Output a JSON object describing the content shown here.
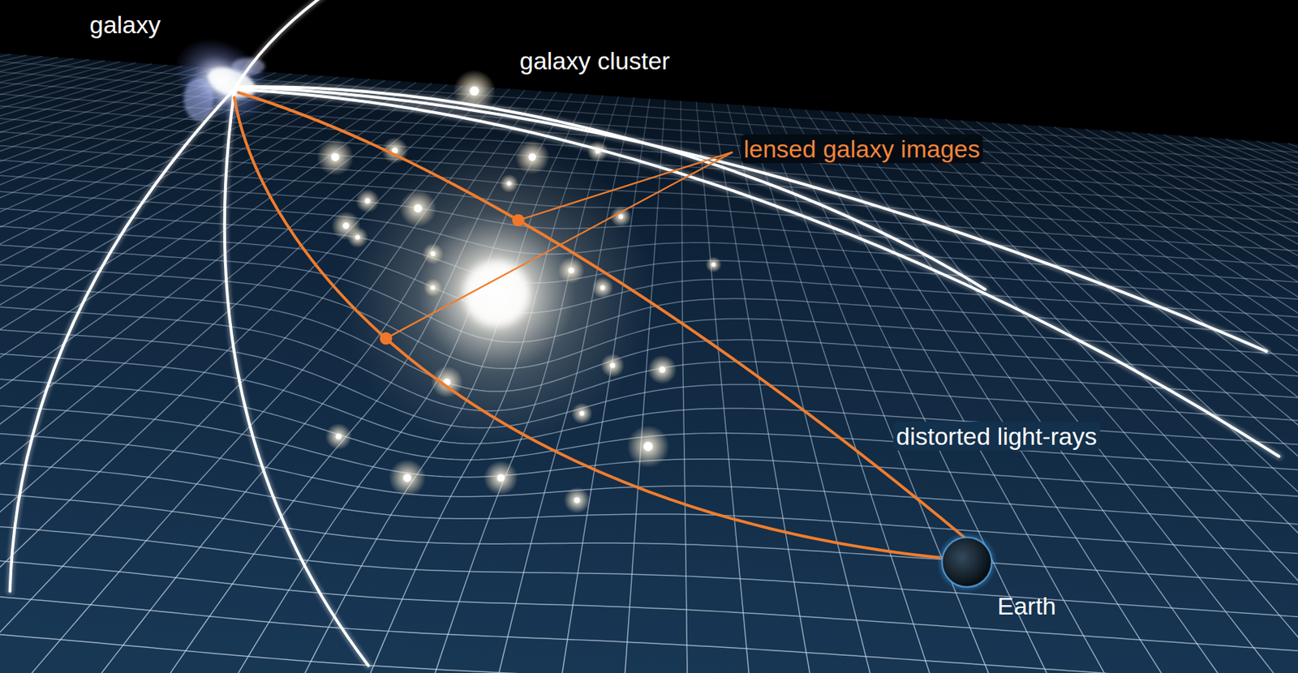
{
  "diagram": {
    "labels": [
      "galaxy",
      "galaxy cluster",
      "lensed galaxy images",
      "distorted light-rays",
      "Earth"
    ]
  }
}
